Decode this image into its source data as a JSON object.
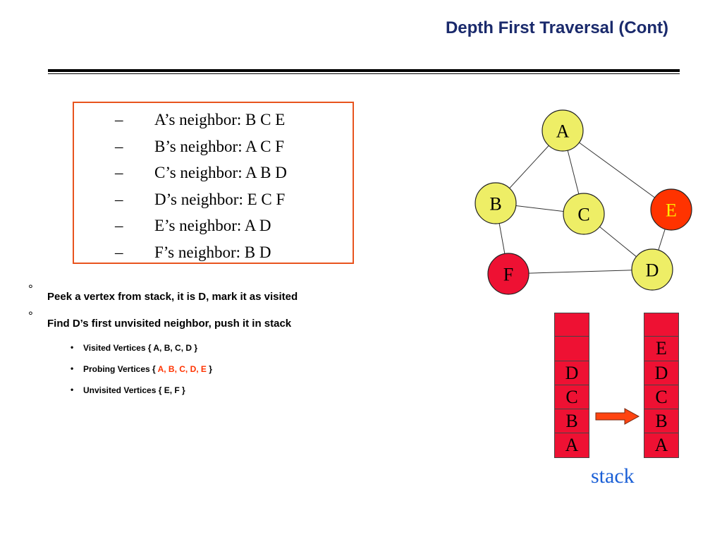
{
  "slide": {
    "title": "Depth First Traversal (Cont)"
  },
  "neighbors": {
    "dash": "–",
    "items": [
      "A’s neighbor: B C E",
      "B’s neighbor: A C F",
      "C’s neighbor: A B D",
      "D’s neighbor: E C F",
      "E’s neighbor: A D",
      "F’s neighbor: B D"
    ]
  },
  "bullets": {
    "marker": "°",
    "items": [
      "Peek a vertex from stack, it is D, mark it as visited",
      "Find D’s first unvisited neighbor, push it in stack"
    ]
  },
  "sub_bullets": {
    "marker": "•",
    "visited": "Visited Vertices  { A, B, C, D }",
    "probing_prefix": "Probing Vertices {",
    "probing_values": " A, B, C, D, E ",
    "probing_suffix": "}",
    "unvisited": "Unvisited Vertices { E, F }"
  },
  "graph": {
    "colors": {
      "yellow": "#eeee66",
      "red": "#ee1133",
      "orange_red": "#ff3300"
    },
    "nodes": [
      {
        "id": "A",
        "fill": "yellow",
        "label_color": "#000000"
      },
      {
        "id": "B",
        "fill": "yellow",
        "label_color": "#000000"
      },
      {
        "id": "C",
        "fill": "yellow",
        "label_color": "#000000"
      },
      {
        "id": "E",
        "fill": "orange_red",
        "label_color": "#ffee00"
      },
      {
        "id": "D",
        "fill": "yellow",
        "label_color": "#000000"
      },
      {
        "id": "F",
        "fill": "red",
        "label_color": "#000000"
      }
    ],
    "edges": [
      [
        "A",
        "B"
      ],
      [
        "A",
        "C"
      ],
      [
        "A",
        "E"
      ],
      [
        "B",
        "C"
      ],
      [
        "B",
        "F"
      ],
      [
        "C",
        "D"
      ],
      [
        "E",
        "D"
      ],
      [
        "F",
        "D"
      ]
    ]
  },
  "stacks": {
    "before": [
      "",
      "",
      "D",
      "C",
      "B",
      "A"
    ],
    "after": [
      "",
      "E",
      "D",
      "C",
      "B",
      "A"
    ],
    "caption": "stack"
  }
}
